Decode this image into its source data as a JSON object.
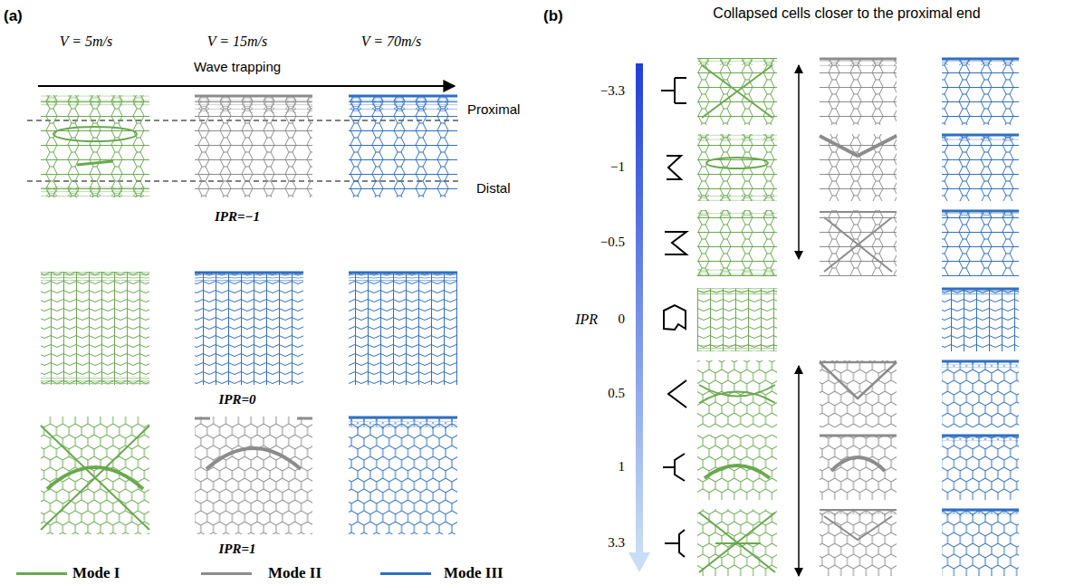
{
  "diagram": {
    "labels": [
      "(a)",
      "V = 5m/s",
      "V = 15m/s",
      "V = 70m/s",
      "Wave trapping",
      "Proximal",
      "Distal",
      "IPR=−1",
      "IPR=0",
      "IPR=1",
      "(b)",
      "Collapsed cells closer to the proximal end",
      "−3.3",
      "−1",
      "−0.5",
      "IPR",
      "0",
      "0.5",
      "1",
      "3.3"
    ],
    "legend": [
      {
        "text": "Mode I",
        "color": "#6aa84f"
      },
      {
        "text": "Mode II",
        "color": "#8c8c8c"
      },
      {
        "text": "Mode III",
        "color": "#2f6fc0"
      }
    ]
  }
}
